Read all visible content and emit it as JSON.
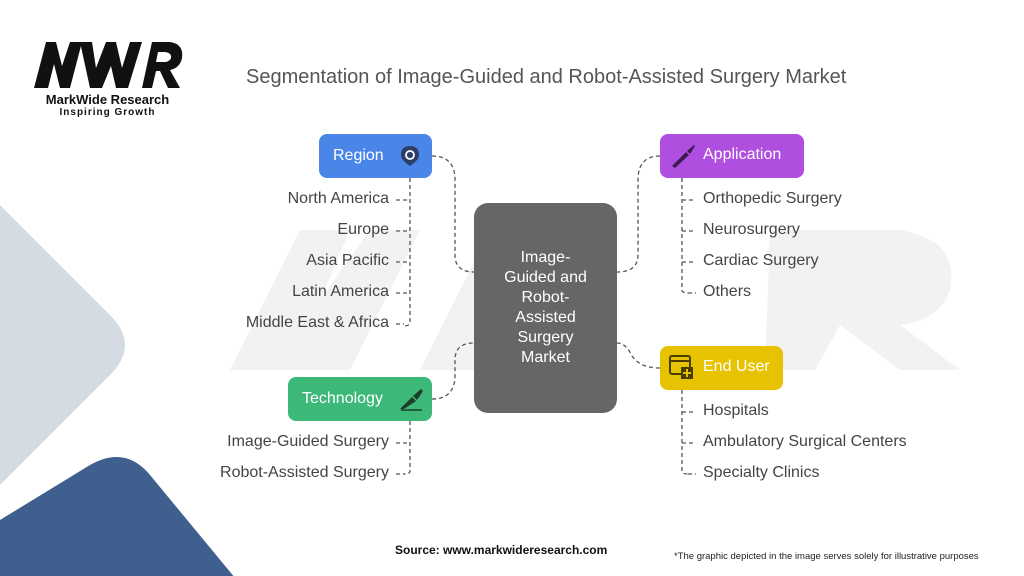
{
  "brand": {
    "name": "MarkWide Research",
    "tagline": "Inspiring Growth",
    "logo_letters": "MWR"
  },
  "title": "Segmentation of Image-Guided and Robot-Assisted Surgery Market",
  "center": "Image-Guided and Robot-Assisted Surgery Market",
  "region": {
    "label": "Region",
    "color": "#4a86e8",
    "icon": "gear-pin-icon",
    "items": [
      "North America",
      "Europe",
      "Asia Pacific",
      "Latin America",
      "Middle East & Africa"
    ]
  },
  "technology": {
    "label": "Technology",
    "color": "#3cb878",
    "icon": "scalpel-icon",
    "items": [
      "Image-Guided Surgery",
      "Robot-Assisted Surgery"
    ]
  },
  "application": {
    "label": "Application",
    "color": "#b04ee0",
    "icon": "scalpel-icon",
    "items": [
      "Orthopedic Surgery",
      "Neurosurgery",
      "Cardiac Surgery",
      "Others"
    ]
  },
  "end_user": {
    "label": "End User",
    "color": "#e6c200",
    "icon": "hospital-window-icon",
    "items": [
      "Hospitals",
      "Ambulatory Surgical Centers",
      "Specialty Clinics"
    ]
  },
  "footer": {
    "source": "Source: www.markwideresearch.com",
    "note": "*The graphic depicted in the image serves solely for illustrative purposes"
  }
}
